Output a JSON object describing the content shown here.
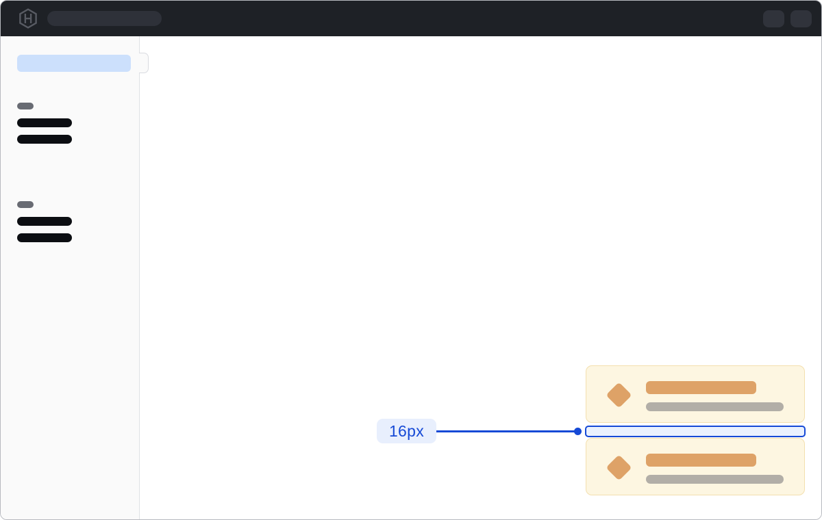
{
  "annotation": {
    "label": "16px",
    "type": "spacing-measurement"
  },
  "header": {
    "logo_icon": "hashicorp-logo",
    "nav_placeholder": "skeleton-pill",
    "action_buttons": 2
  },
  "sidebar": {
    "active_item": "skeleton-highlighted",
    "collapse_toggle": "notch-tab",
    "groups": [
      {
        "section_label": "skeleton-pill",
        "items": 2
      },
      {
        "section_label": "skeleton-pill",
        "items": 2
      }
    ]
  },
  "cards": [
    {
      "icon": "diamond-icon",
      "title": "skeleton-bar",
      "subtitle": "skeleton-bar"
    },
    {
      "icon": "diamond-icon",
      "title": "skeleton-bar",
      "subtitle": "skeleton-bar"
    }
  ],
  "colors": {
    "accent": "#1549d6",
    "label-bg": "#e8effd",
    "box-fill": "#eaf1fe",
    "header-bg": "#1e2126",
    "header-pill": "#2e3139",
    "header-button": "#30333b",
    "logo": "#585b63",
    "sidebar-bg": "#fafafa",
    "sidebar-border": "#dfe1e5",
    "notch-border": "#d9dbe0",
    "active-item": "#cce0fc",
    "section-pill": "#686b73",
    "nav-bar": "#0c0e12",
    "card-bg": "#fdf6e1",
    "card-border": "#f3dfae",
    "card-accent": "#dea267",
    "card-muted": "#b2aea7",
    "window-border": "#b7b9bf"
  }
}
